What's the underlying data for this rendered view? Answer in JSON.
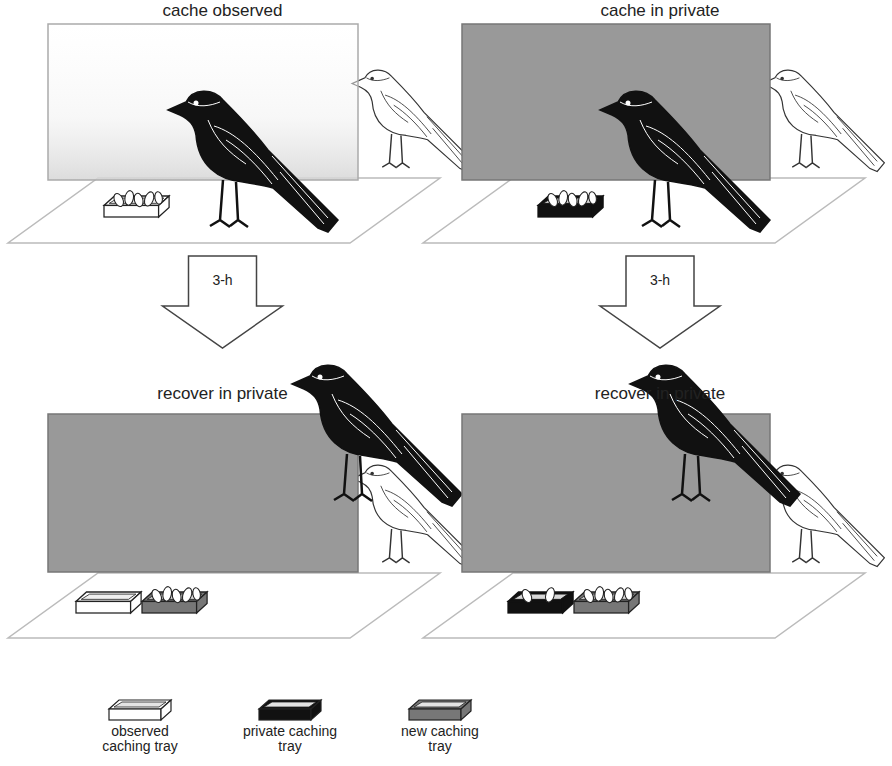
{
  "diagram": {
    "nodes": [
      {
        "text": [
          "cache observed"
        ]
      },
      {
        "text": [
          "cache in private"
        ]
      },
      {
        "text": [
          "recover in private"
        ]
      },
      {
        "text": [
          "recover in private"
        ]
      }
    ],
    "edges": [
      {
        "from": 0,
        "to": 2,
        "arrow": "to",
        "label": "3-h"
      },
      {
        "from": 1,
        "to": 3,
        "arrow": "to",
        "label": "3-h"
      }
    ],
    "legend": [
      {
        "text": "observed caching tray",
        "color": "#ffffff"
      },
      {
        "text": "private caching tray",
        "color": "#111111"
      },
      {
        "text": "new caching tray",
        "color": "#777777"
      }
    ]
  }
}
